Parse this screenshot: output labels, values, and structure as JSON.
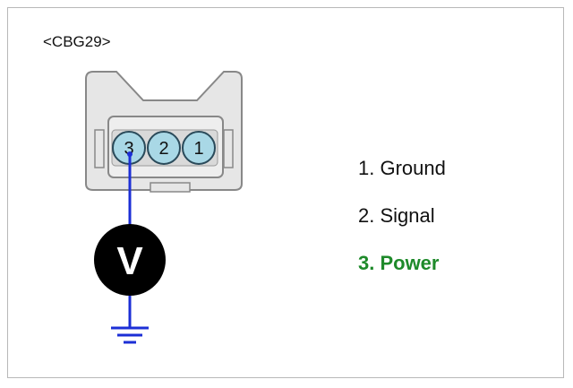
{
  "title": "<CBG29>",
  "connector": {
    "pins": [
      {
        "number": "3"
      },
      {
        "number": "2"
      },
      {
        "number": "1"
      }
    ]
  },
  "meter": {
    "label": "V"
  },
  "legend": [
    {
      "text": "1. Ground",
      "color": "#111111"
    },
    {
      "text": "2. Signal",
      "color": "#111111"
    },
    {
      "text": "3. Power",
      "color": "#1e8a2a"
    }
  ],
  "colors": {
    "wire": "#1c2fd6",
    "connector_fill": "#e6e6e6",
    "connector_stroke": "#888888",
    "pin_fill": "#a9d8e6",
    "meter_fill": "#000000"
  }
}
